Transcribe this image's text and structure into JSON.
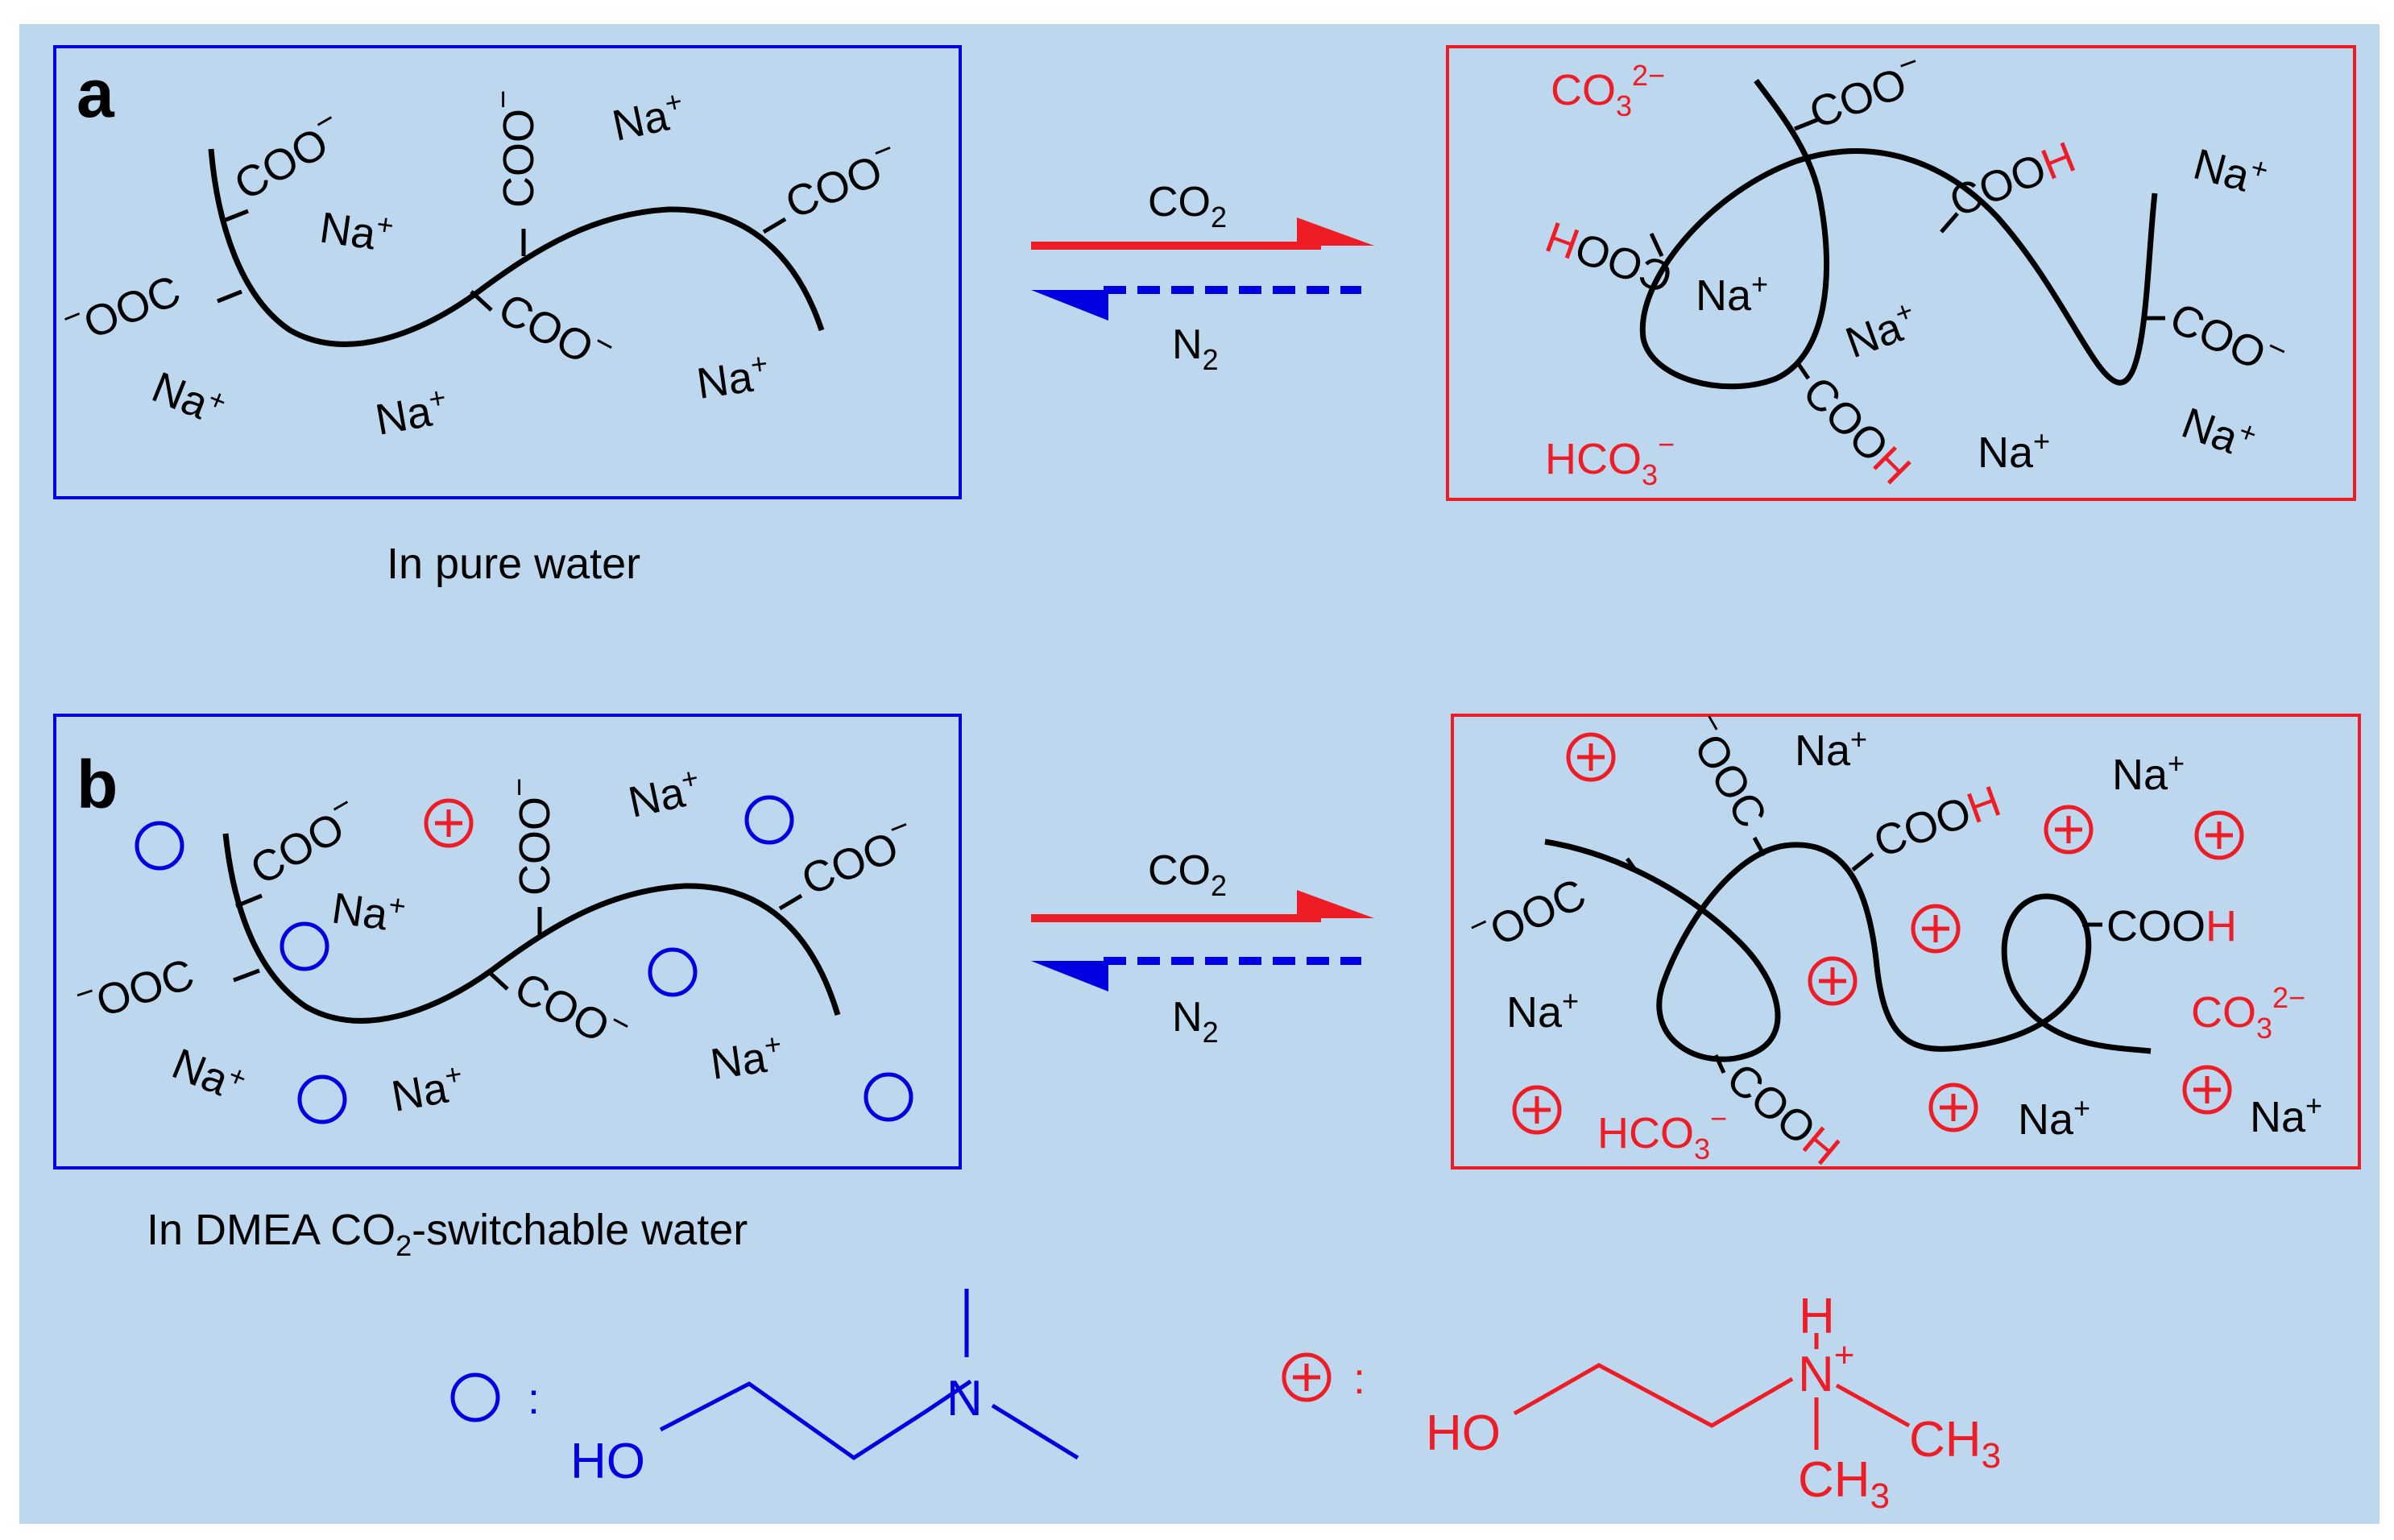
{
  "colors": {
    "background": "#bdd7ee",
    "blue": "#0000e0",
    "red": "#ee1c24",
    "black": "#000000"
  },
  "panels": {
    "a": {
      "letter": "a",
      "caption": "In pure water"
    },
    "b": {
      "letter": "b",
      "caption_prefix": "In DMEA CO",
      "caption_sub": "2",
      "caption_suffix": "-switchable water"
    }
  },
  "arrows": {
    "forward_gas": "CO",
    "forward_gas_sub": "2",
    "reverse_gas": "N",
    "reverse_gas_sub": "2"
  },
  "labels": {
    "coo": "COO",
    "ooc": "OOC",
    "cooh": "COOH",
    "hooc": "HOOC",
    "minus": "−",
    "na": "Na",
    "plus": "+",
    "co3": "CO",
    "co3_sub": "3",
    "co3_sup": "2−",
    "hco3": "HCO",
    "hco3_sub": "3",
    "hco3_sup": "−"
  },
  "legend": {
    "colon": ":",
    "dmea": {
      "ho": "HO",
      "n": "N"
    },
    "dmea_h": {
      "ho": "HO",
      "h": "H",
      "n": "N",
      "plus": "+",
      "ch": "CH",
      "sub": "3"
    }
  }
}
